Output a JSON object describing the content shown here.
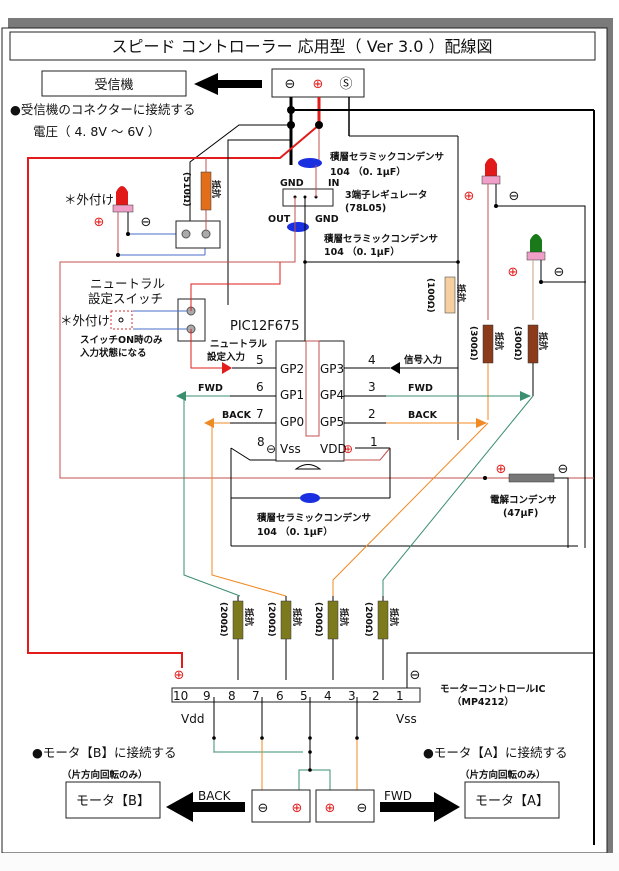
{
  "title": "スピード コントローラー 応用型（ Ver 3.0 ）配線図",
  "colors": {
    "power": "#e21b1b",
    "wire": "#111111",
    "fwd": "#3a8f6e",
    "back": "#f08a24",
    "signal_thin": "#c0504d",
    "blue_wire": "#4a6fc9",
    "led_red": "#e11919",
    "led_green": "#1a7a1a",
    "led_base": "#f0a0c8",
    "resistor_orange": "#e36e1a",
    "resistor_brown": "#8b3a1a",
    "resistor_light": "#f5cfa0",
    "resistor_olive": "#7d7a1e",
    "capacitor_blue": "#1a2fe0",
    "electrolytic": "#777777",
    "frame_shadow": "#7a7a7a"
  },
  "receiver": {
    "label": "受信機",
    "connector_pins": [
      "⊖",
      "⊕",
      "Ⓢ"
    ],
    "note_line1": "●受信機のコネクターに接続する",
    "note_line2": "電圧（ 4. 8V ～ 6V ）"
  },
  "led_power": {
    "label": "＊外付け",
    "plus": "⊕",
    "minus": "⊖",
    "resistor_value": "(510Ω)",
    "resistor_label": "抵抗"
  },
  "capacitor_top": {
    "line1": "積層セラミックコンデンサ",
    "line2": "104 （0. 1μF）"
  },
  "regulator": {
    "gnd_top": "GND",
    "in": "IN",
    "out": "OUT",
    "gnd_bottom": "GND",
    "line1": "3端子レギュレータ",
    "line2": "(78L05)"
  },
  "capacitor_mid": {
    "line1": "積層セラミックコンデンサ",
    "line2": "104 （0. 1μF）"
  },
  "neutral_switch": {
    "title_line1": "ニュートラル",
    "title_line2": "設定スイッチ",
    "external": "＊外付け",
    "note_line1": "スイッチON時のみ",
    "note_line2": "入力状態になる"
  },
  "signal_resistor": {
    "value": "(100Ω)",
    "label": "抵抗"
  },
  "led_fwd": {
    "plus": "⊕",
    "minus": "⊖",
    "resistor_value": "(300Ω)",
    "resistor_label": "抵抗"
  },
  "led_back": {
    "plus": "⊕",
    "minus": "⊖",
    "resistor_value": "(300Ω)",
    "resistor_label": "抵抗"
  },
  "pic": {
    "name": "PIC12F675",
    "left_pins": [
      {
        "num": "5",
        "name": "GP2",
        "label_line1": "ニュートラル",
        "label_line2": "設定入力"
      },
      {
        "num": "6",
        "name": "GP1",
        "label": "FWD"
      },
      {
        "num": "7",
        "name": "GP0",
        "label": "BACK"
      },
      {
        "num": "8",
        "name": "Vss",
        "symbol": "⊖"
      }
    ],
    "right_pins": [
      {
        "num": "4",
        "name": "GP3",
        "label": "信号入力"
      },
      {
        "num": "3",
        "name": "GP4",
        "label": "FWD"
      },
      {
        "num": "2",
        "name": "GP5",
        "label": "BACK"
      },
      {
        "num": "1",
        "name": "VDD",
        "symbol": "⊕"
      }
    ]
  },
  "capacitor_bottom": {
    "line1": "積層セラミックコンデンサ",
    "line2": "104 （0. 1μF）"
  },
  "electrolytic": {
    "plus": "⊕",
    "minus": "⊖",
    "line1": "電解コンデンサ",
    "line2": "(47μF)"
  },
  "bottom_resistors": [
    {
      "value": "(200Ω)",
      "label": "抵抗"
    },
    {
      "value": "(200Ω)",
      "label": "抵抗"
    },
    {
      "value": "(200Ω)",
      "label": "抵抗"
    },
    {
      "value": "(200Ω)",
      "label": "抵抗"
    }
  ],
  "motor_ic": {
    "line1": "モーターコントロールIC",
    "line2": "（MP4212）",
    "pins": [
      "10",
      "9",
      "8",
      "7",
      "6",
      "5",
      "4",
      "3",
      "2",
      "1"
    ],
    "vdd": "Vdd",
    "vss": "Vss",
    "plus": "⊕",
    "minus": "⊖"
  },
  "motor_b": {
    "note_line1": "●モータ【B】に接続する",
    "note_line2": "（片方向回転のみ）",
    "label": "モータ【B】",
    "direction": "BACK",
    "pins": [
      "⊖",
      "⊕"
    ]
  },
  "motor_a": {
    "note_line1": "●モータ【A】に接続する",
    "note_line2": "（片方向回転のみ）",
    "label": "モータ【A】",
    "direction": "FWD",
    "pins": [
      "⊕",
      "⊖"
    ]
  }
}
